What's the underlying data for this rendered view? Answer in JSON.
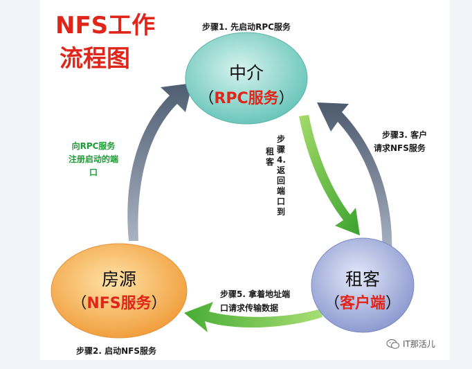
{
  "title": {
    "line1": "NFS工作",
    "line2": "流程图"
  },
  "nodes": {
    "middleman": {
      "name": "中介",
      "sub_open": "（",
      "sub_red": "RPC服务",
      "sub_close": "）"
    },
    "landlord": {
      "name": "房源",
      "sub_open": "（",
      "sub_red": "NFS服务",
      "sub_close": "）"
    },
    "tenant": {
      "name": "租客",
      "sub_open": "（",
      "sub_red": "客户端",
      "sub_close": "）"
    }
  },
  "steps": {
    "s1": "步骤1. 先启动RPC服务",
    "s2": "步骤2. 启动NFS服务",
    "s3_l1": "步骤3. 客户",
    "s3_l2": "请求NFS服务",
    "s4_c1": "步骤4. 返回端口到",
    "s4_c2": "租客",
    "s5_l1": "步骤5. 拿着地址端",
    "s5_l2": "口请求传输数据",
    "register": "向RPC服务注册启动的端口"
  },
  "watermark": {
    "text": "IT那活儿",
    "icon": "wechat-icon"
  },
  "colors": {
    "title_red": "#e0261b",
    "green_text": "#1f9a37",
    "rpc_ellipse": "#8fd7cf",
    "nfs_ellipse": "#f6b15c",
    "client_ellipse": "#a9b5e0",
    "gray_arrow": "#6c7b90",
    "green_arrow": "#58b83a"
  }
}
